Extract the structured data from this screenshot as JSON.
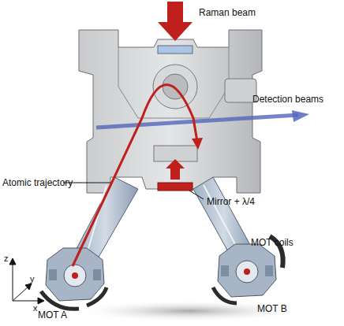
{
  "diagram": {
    "labels": [
      "Raman beam",
      "Detection beams",
      "Atomic trajectory",
      "Mirror + λ/4",
      "MOT coils",
      "z",
      "y",
      "x",
      "MOT A",
      "MOT B"
    ]
  }
}
